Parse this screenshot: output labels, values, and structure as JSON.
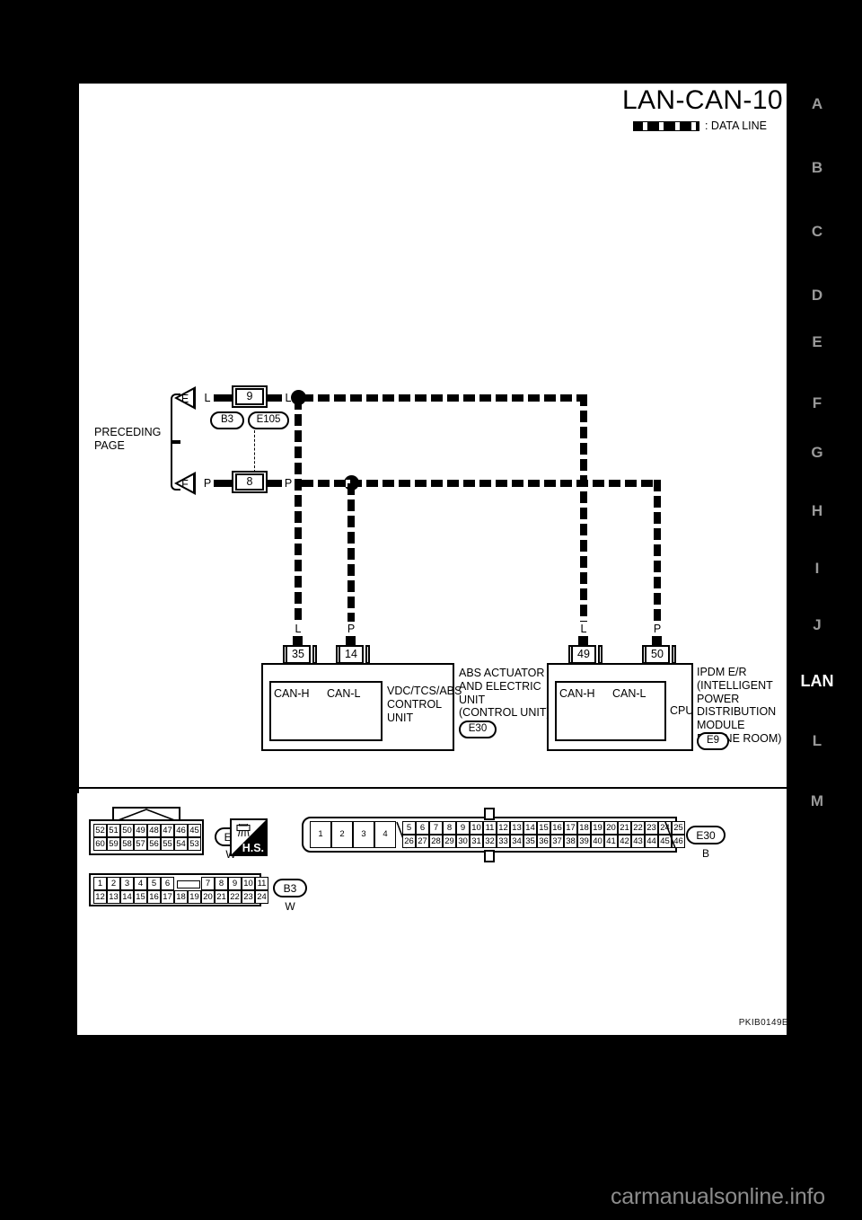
{
  "document": {
    "title": "LAN-CAN-10",
    "legend_label": ": DATA LINE",
    "legend_swatch_name": "data-line-dash-swatch",
    "figure_code": "PKIB0149E",
    "watermark": "carmanualsonline.info"
  },
  "index_rail": {
    "items": [
      {
        "label": "A",
        "active": false
      },
      {
        "label": "B",
        "active": false
      },
      {
        "label": "C",
        "active": false
      },
      {
        "label": "D",
        "active": false
      },
      {
        "label": "E",
        "active": false
      },
      {
        "label": "F",
        "active": false
      },
      {
        "label": "G",
        "active": false
      },
      {
        "label": "H",
        "active": false
      },
      {
        "label": "I",
        "active": false
      },
      {
        "label": "J",
        "active": false
      },
      {
        "label": "LAN",
        "active": true
      },
      {
        "label": "L",
        "active": false
      },
      {
        "label": "M",
        "active": false
      }
    ]
  },
  "diagram": {
    "preceding_page_label": "PRECEDING\nPAGE",
    "off_page_refs": [
      {
        "letter": "E",
        "wire_color": "L",
        "pin": "9"
      },
      {
        "letter": "F",
        "wire_color": "P",
        "pin": "8"
      }
    ],
    "inline_connectors": [
      {
        "pin": "9",
        "left_color": "L",
        "right_color": "L"
      },
      {
        "pin": "8",
        "left_color": "P",
        "right_color": "P"
      }
    ],
    "connector_tags": [
      {
        "id": "B3"
      },
      {
        "id": "E105"
      }
    ],
    "units": [
      {
        "name": "abs-actuator",
        "caption": "ABS ACTUATOR\nAND ELECTRIC\nUNIT\n(CONTROL UNIT)",
        "connector_id": "E30",
        "inner_label": "VDC/TCS/ABS\nCONTROL\nUNIT",
        "terminals": [
          {
            "pin": "35",
            "wire_color": "L",
            "signal": "CAN-H"
          },
          {
            "pin": "14",
            "wire_color": "P",
            "signal": "CAN-L"
          }
        ]
      },
      {
        "name": "ipdm-er",
        "caption": "IPDM E/R\n(INTELLIGENT\nPOWER\nDISTRIBUTION\nMODULE\nENGINE ROOM)",
        "connector_id": "E9",
        "inner_label": "CPU",
        "terminals": [
          {
            "pin": "49",
            "wire_color": "L",
            "signal": "CAN-H"
          },
          {
            "pin": "50",
            "wire_color": "P",
            "signal": "CAN-L"
          }
        ]
      }
    ]
  },
  "connector_views": {
    "e9": {
      "id": "E9",
      "color_code": "W",
      "top_row": [
        "52",
        "51",
        "50",
        "49",
        "48",
        "47",
        "46",
        "45"
      ],
      "bottom_row": [
        "60",
        "59",
        "58",
        "57",
        "56",
        "55",
        "54",
        "53"
      ]
    },
    "e30": {
      "id": "E30",
      "color_code": "B",
      "top_row_wide": [
        "1",
        "2",
        "3",
        "4"
      ],
      "top_row": [
        "5",
        "6",
        "7",
        "8",
        "9",
        "10",
        "11",
        "12",
        "13",
        "14",
        "15",
        "16",
        "17",
        "18",
        "19",
        "20",
        "21",
        "22",
        "23",
        "24",
        "25"
      ],
      "bottom_row": [
        "26",
        "27",
        "28",
        "29",
        "30",
        "31",
        "32",
        "33",
        "34",
        "35",
        "36",
        "37",
        "38",
        "39",
        "40",
        "41",
        "42",
        "43",
        "44",
        "45",
        "46"
      ]
    },
    "b3": {
      "id": "B3",
      "color_code": "W",
      "top_row_a": [
        "1",
        "2",
        "3",
        "4",
        "5",
        "6"
      ],
      "top_row_b": [
        "7",
        "8",
        "9",
        "10",
        "11"
      ],
      "bottom_row": [
        "12",
        "13",
        "14",
        "15",
        "16",
        "17",
        "18",
        "19",
        "20",
        "21",
        "22",
        "23",
        "24"
      ]
    },
    "hs_badge": {
      "label": "H.S.",
      "icon_name": "connector-harness-icon"
    }
  }
}
